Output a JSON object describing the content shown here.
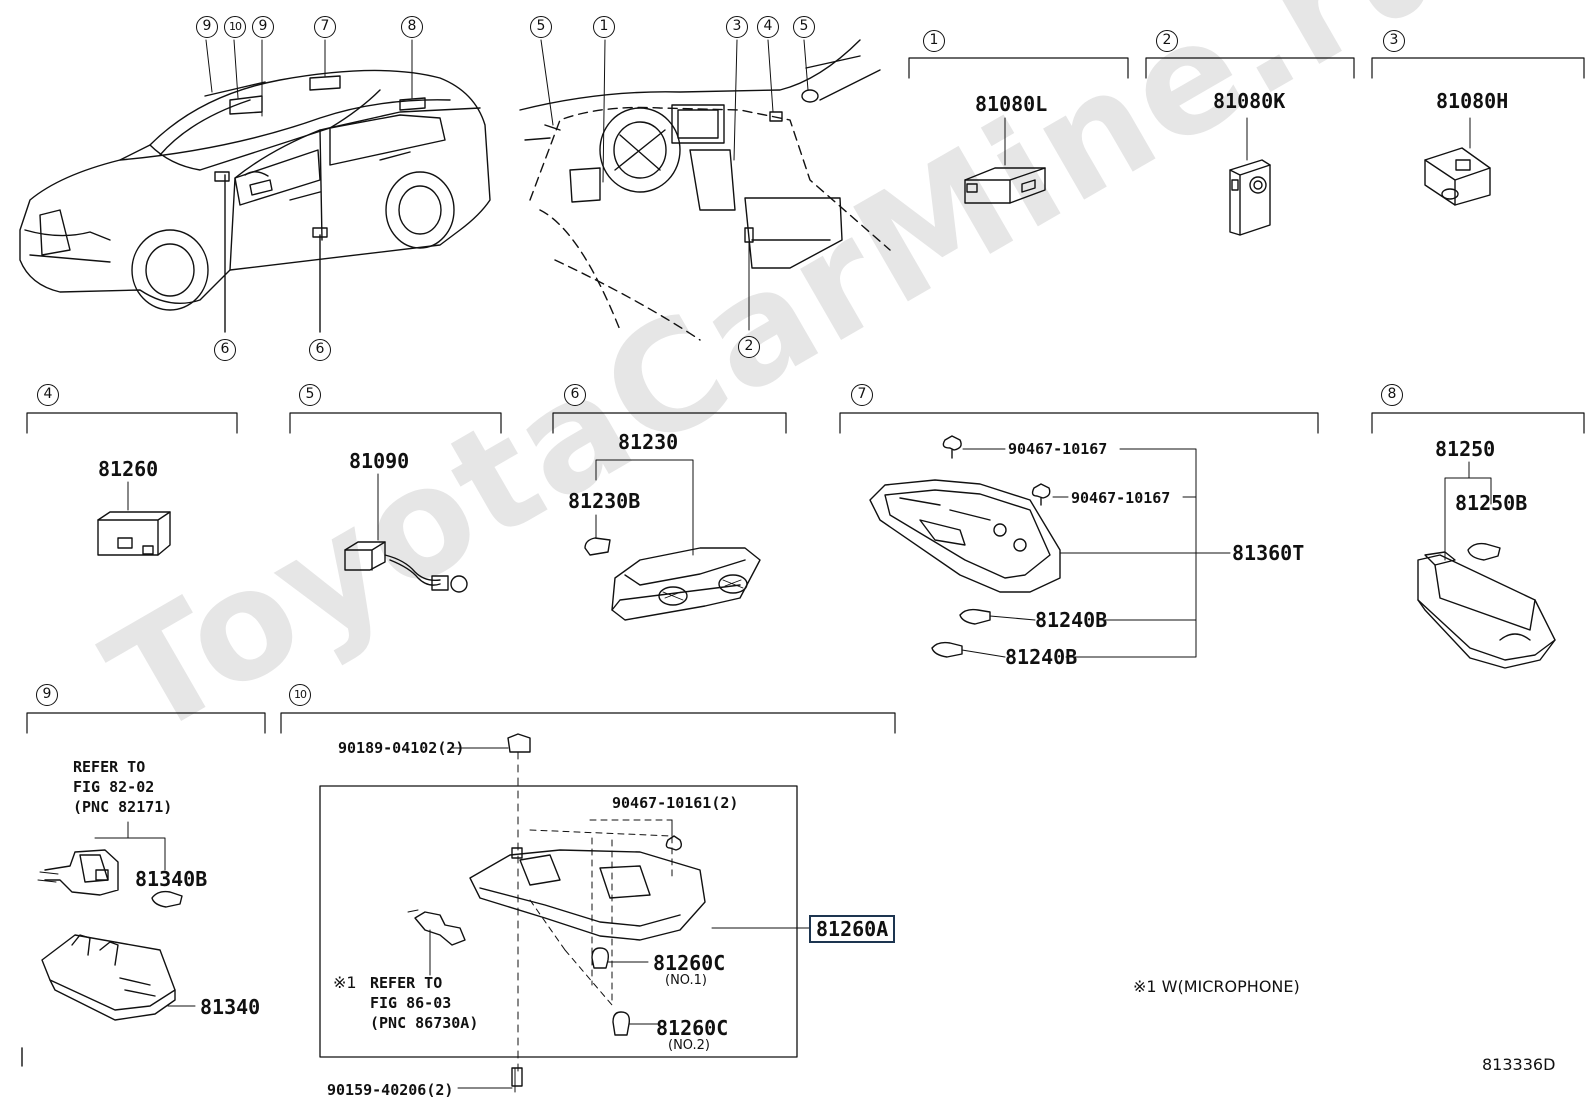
{
  "watermark": "ToyotaCarMine.ru",
  "figure_code": "813336D",
  "footnote": "※1 W(MICROPHONE)",
  "overview": {
    "car_callouts": [
      "9",
      "10",
      "9",
      "7",
      "8",
      "6",
      "6"
    ],
    "dash_callouts": [
      "5",
      "1",
      "3",
      "4",
      "5",
      "2"
    ]
  },
  "sections": [
    {
      "num": "1",
      "parts": [
        "81080L"
      ]
    },
    {
      "num": "2",
      "parts": [
        "81080K"
      ]
    },
    {
      "num": "3",
      "parts": [
        "81080H"
      ]
    },
    {
      "num": "4",
      "parts": [
        "81260"
      ]
    },
    {
      "num": "5",
      "parts": [
        "81090"
      ]
    },
    {
      "num": "6",
      "parts": [
        "81230",
        "81230B"
      ]
    },
    {
      "num": "7",
      "parts": [
        "90467-10167",
        "90467-10167",
        "81360T",
        "81240B",
        "81240B"
      ]
    },
    {
      "num": "8",
      "parts": [
        "81250",
        "81250B"
      ]
    },
    {
      "num": "9",
      "parts": [
        "81340B",
        "81340"
      ],
      "refer": [
        "REFER TO",
        "FIG 82-02",
        "(PNC 82171)"
      ]
    },
    {
      "num": "10",
      "parts": [
        "90189-04102(2)",
        "90467-10161(2)",
        "81260A",
        "81260C",
        "81260C",
        "90159-40206(2)"
      ],
      "sub": [
        "(NO.1)",
        "(NO.2)"
      ],
      "refer_mark": "※1",
      "refer": [
        "REFER TO",
        "FIG 86-03",
        "(PNC 86730A)"
      ]
    }
  ]
}
